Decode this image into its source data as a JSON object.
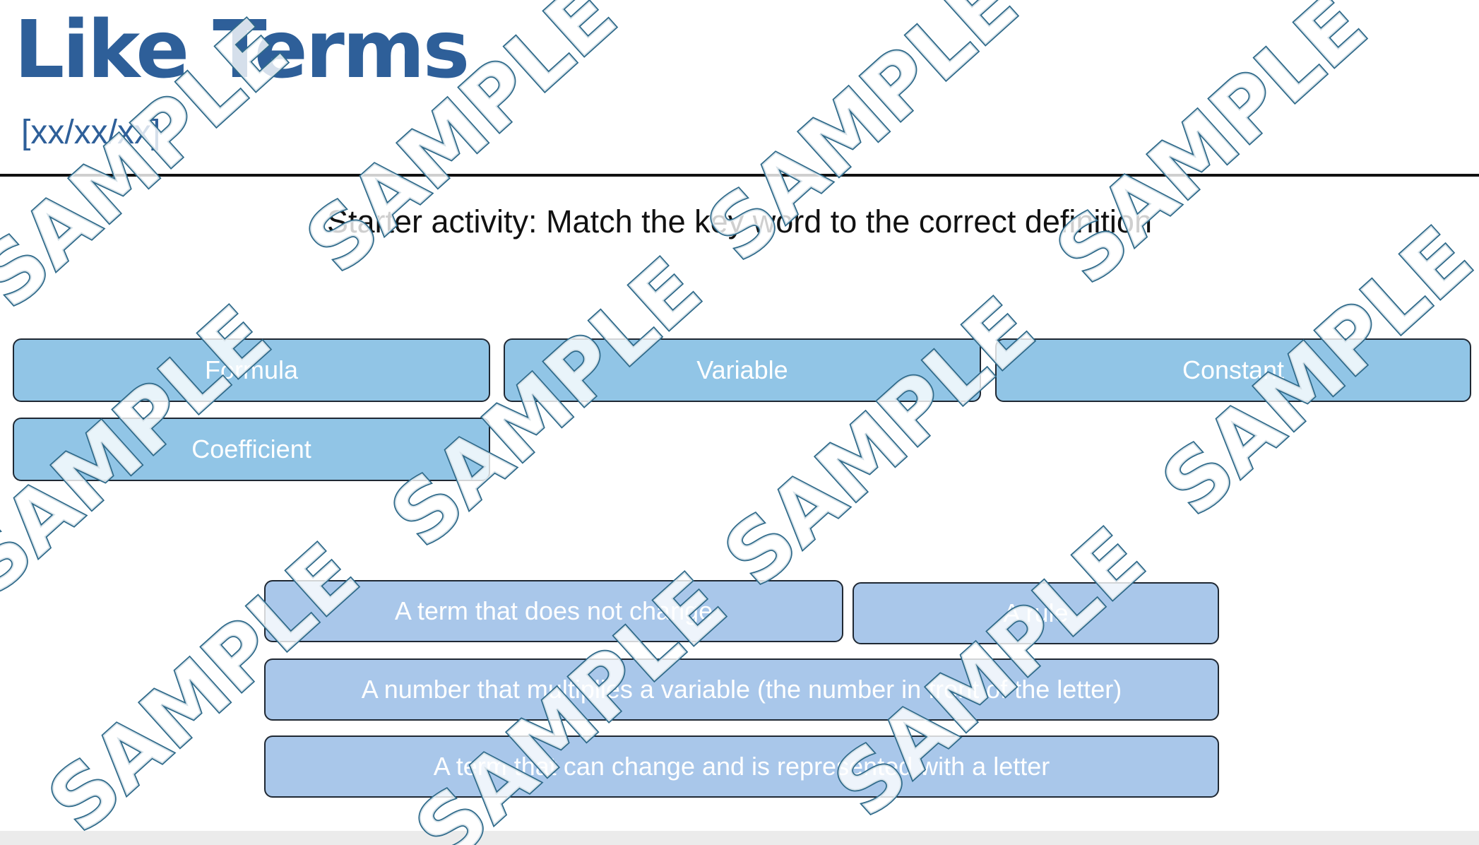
{
  "slide": {
    "title": "Like Terms",
    "date": "[xx/xx/xx]",
    "instruction": "Starter activity: Match the key word to the correct definition"
  },
  "key_words": [
    "Formula",
    "Variable",
    "Constant",
    "Coefficient"
  ],
  "definitions": [
    "A term that does not change",
    "A rule",
    "A number that multiplies a variable (the number in front of the letter)",
    "A term that can change and is represented with a letter"
  ],
  "watermark": {
    "text": "SAMPLE",
    "stroke_color": "#2f6a8a"
  },
  "colors": {
    "title": "#2e5f99",
    "key_word_card": "#91c5e6",
    "definition_card": "#a9c7ea"
  }
}
